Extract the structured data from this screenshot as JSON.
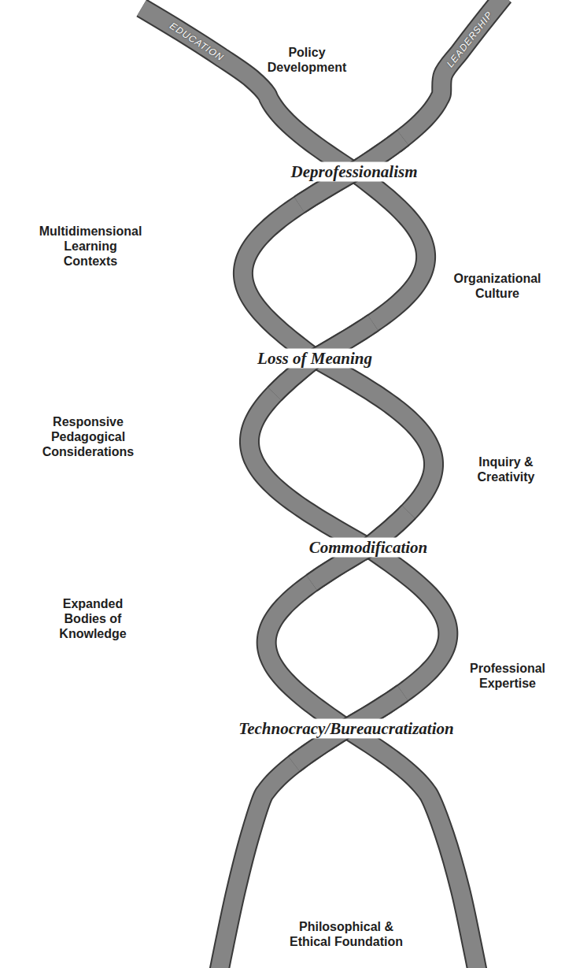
{
  "diagram": {
    "labels": [
      "LEADERSHIP",
      "EDUCATION",
      "Policy Development",
      "Deprofessionalism",
      "Multidimensional Learning Contexts",
      "Organizational Culture",
      "Loss of Meaning",
      "Responsive Pedagogical Considerations",
      "Inquiry & Creativity",
      "Commodification",
      "Expanded Bodies of Knowledge",
      "Professional Expertise",
      "Technocracy/Bureaucratization",
      "Philosophical & Ethical Foundation"
    ]
  }
}
